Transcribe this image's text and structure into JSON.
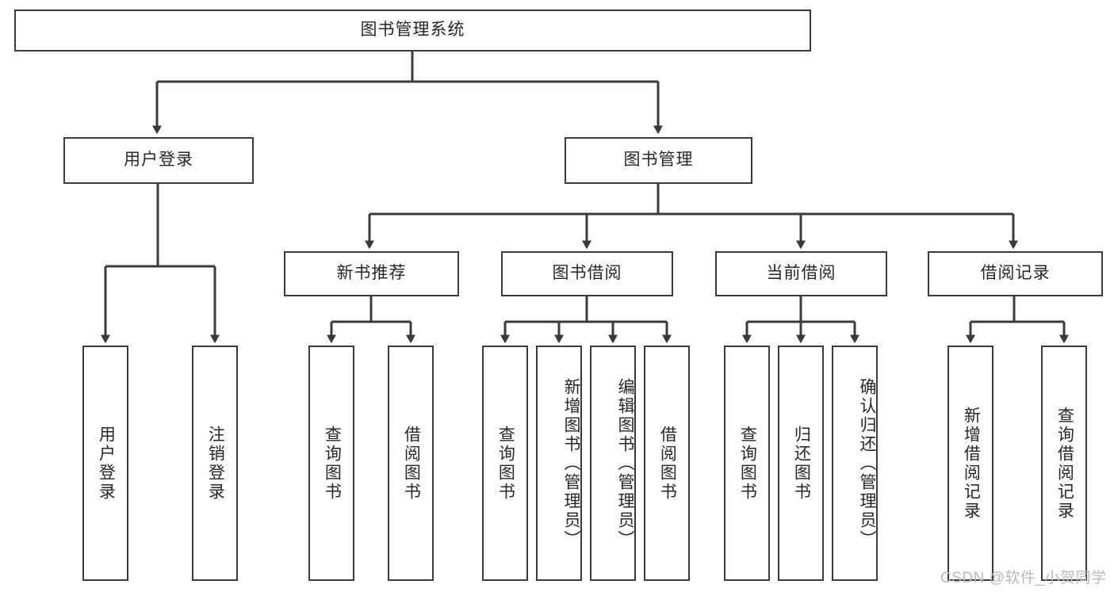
{
  "diagram": {
    "type": "tree-hierarchy",
    "title": "图书管理系统",
    "colors": {
      "stroke": "#3a3a3a",
      "text": "#262626",
      "background": "#ffffff",
      "watermark": "#b9b9b9"
    },
    "root": {
      "id": "root",
      "label": "图书管理系统"
    },
    "level1": [
      {
        "id": "user-login",
        "label": "用户登录"
      },
      {
        "id": "book-management",
        "label": "图书管理"
      }
    ],
    "level2": [
      {
        "id": "new-book-recommend",
        "label": "新书推荐",
        "parent": "book-management"
      },
      {
        "id": "book-borrow",
        "label": "图书借阅",
        "parent": "book-management"
      },
      {
        "id": "current-borrow",
        "label": "当前借阅",
        "parent": "book-management"
      },
      {
        "id": "borrow-record",
        "label": "借阅记录",
        "parent": "book-management"
      }
    ],
    "leaves": {
      "user_login": [
        {
          "id": "leaf-user-login",
          "label": "用户登录"
        },
        {
          "id": "leaf-user-logout",
          "label": "注销登录"
        }
      ],
      "new_book_recommend": [
        {
          "id": "leaf-query-book-1",
          "label": "查询图书"
        },
        {
          "id": "leaf-borrow-book-1",
          "label": "借阅图书"
        }
      ],
      "book_borrow": [
        {
          "id": "leaf-query-book-2",
          "label": "查询图书"
        },
        {
          "id": "leaf-add-book",
          "label": "新增图书（管理员）"
        },
        {
          "id": "leaf-edit-book",
          "label": "编辑图书（管理员）"
        },
        {
          "id": "leaf-borrow-book-2",
          "label": "借阅图书"
        }
      ],
      "current_borrow": [
        {
          "id": "leaf-query-book-3",
          "label": "查询图书"
        },
        {
          "id": "leaf-return-book",
          "label": "归还图书"
        },
        {
          "id": "leaf-confirm-return",
          "label": "确认归还（管理员）"
        }
      ],
      "borrow_record": [
        {
          "id": "leaf-add-record",
          "label": "新增借阅记录"
        },
        {
          "id": "leaf-query-record",
          "label": "查询借阅记录"
        }
      ]
    }
  },
  "watermark": {
    "text": "CSDN @软件_小贺同学"
  }
}
